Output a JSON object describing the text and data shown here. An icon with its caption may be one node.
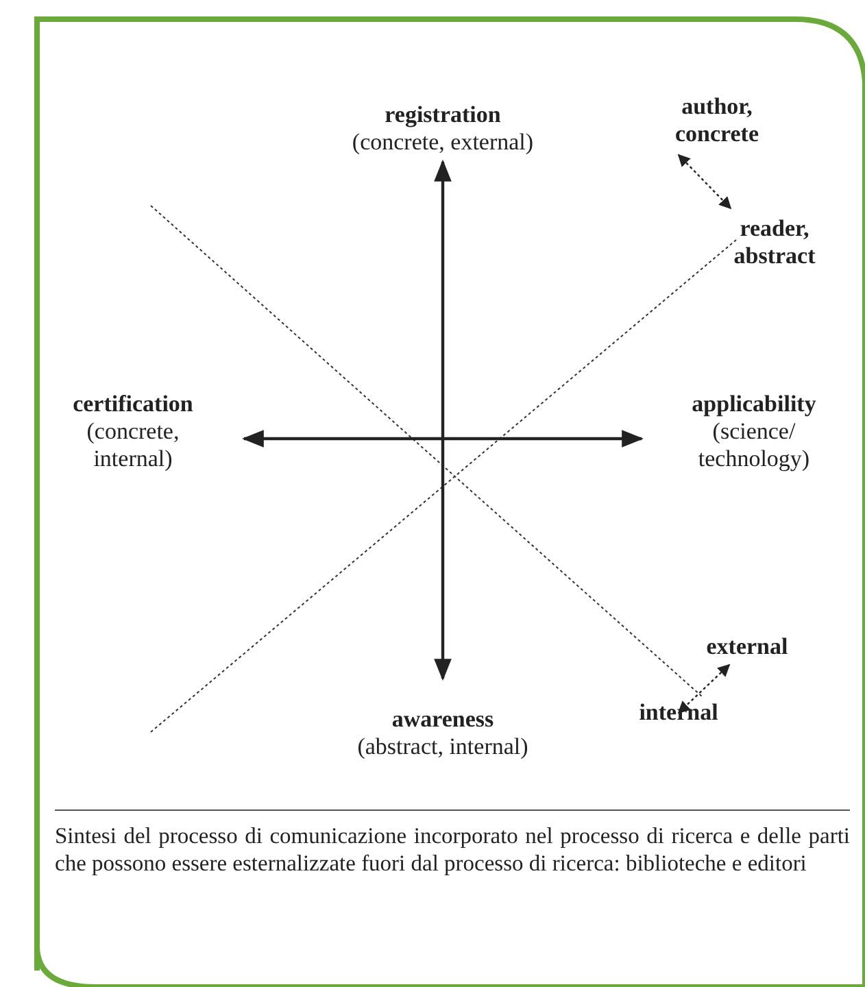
{
  "diagram": {
    "caption": "Sintesi del processo di comunicazione incorporato nel processo di ricerca e delle parti che possono essere esternalizzate fuori dal processo di ricerca: biblioteche e editori",
    "nodes": [
      {
        "text": [
          "registration",
          "(concrete, external)"
        ]
      },
      {
        "text": [
          "author, concrete"
        ]
      },
      {
        "text": [
          "reader, abstract"
        ]
      },
      {
        "text": [
          "certification",
          "(concrete, internal)"
        ]
      },
      {
        "text": [
          "applicability",
          "(science/ technology)"
        ]
      },
      {
        "text": [
          "external"
        ]
      },
      {
        "text": [
          "internal"
        ]
      },
      {
        "text": [
          "awareness",
          "(abstract, internal)"
        ]
      }
    ],
    "edges": [
      {
        "from": 0,
        "to": 7,
        "arrow": "both"
      },
      {
        "from": 3,
        "to": 4,
        "arrow": "both"
      },
      {
        "from": 1,
        "to": 2,
        "arrow": "both",
        "style": "dashed"
      },
      {
        "from": 5,
        "to": 6,
        "arrow": "both",
        "style": "dashed"
      }
    ]
  }
}
